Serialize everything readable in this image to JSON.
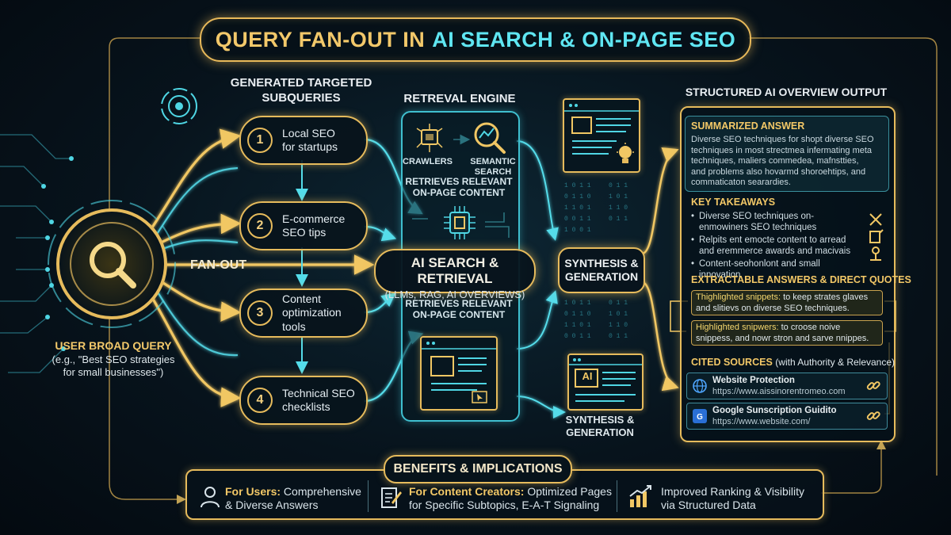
{
  "title": {
    "part1": "QUERY FAN-OUT IN",
    "part2": "AI SEARCH & ON-PAGE SEO"
  },
  "user_query": {
    "title": "USER BROAD QUERY",
    "example_line1": "(e.g., \"Best SEO strategies",
    "example_line2": "for small businesses\")"
  },
  "fan_out_label": "FAN-OUT",
  "subqueries": {
    "heading_line1": "GENERATED TARGETED",
    "heading_line2": "SUBQUERIES",
    "items": [
      {
        "num": "1",
        "line1": "Local SEO",
        "line2": "for startups"
      },
      {
        "num": "2",
        "line1": "E-commerce",
        "line2": "SEO tips"
      },
      {
        "num": "3",
        "line1": "Content",
        "line2": "optimization tools"
      },
      {
        "num": "4",
        "line1": "Technical SEO",
        "line2": "checklists"
      }
    ]
  },
  "retrieval": {
    "heading": "RETREVAL ENGINE",
    "crawlers": "CRAWLERS",
    "semantic_line1": "SEMANTIC",
    "semantic_line2": "SEARCH",
    "retrieves_top_line1": "RETRIEVES RELEVANT",
    "retrieves_top_line2": "ON-PAGE CONTENT",
    "retrieves_bottom_line1": "RETRIEVES RELEVANT",
    "retrieves_bottom_line2": "ON-PAGE CONTENT"
  },
  "ai_search": {
    "line1": "AI SEARCH & RETRIEVAL",
    "line2": "(LLMs, RAG, AI OVERVIEWS)"
  },
  "synthesis": {
    "line1": "SYNTHESIS &",
    "line2": "GENERATION",
    "bottom_line1": "SYNTHESIS &",
    "bottom_line2": "GENERATION",
    "ai_badge": "AI"
  },
  "output": {
    "heading": "STRUCTURED AI OVERVIEW OUTPUT",
    "summary_title": "SUMMARIZED ANSWER",
    "summary_lines": [
      "Diverse SEO techniques for shopt diverse SEO",
      "techniques in most strectmea infermating meta",
      "techniques, maliers commedea, mafnstties,",
      "and problems also hovarmd shoroehtips, and",
      "commaticaton searardies."
    ],
    "takeaways_title": "KEY TAKEAWAYS",
    "takeaways": [
      "Diverse SEO techniques on-enmowiners SEO techniques",
      "Relpits ent emocte content to arread and eremmerce awards and macivais",
      "Content-seohonlont and small innovation"
    ],
    "quotes_title": "EXTRACTABLE ANSWERS & DIRECT QUOTES",
    "quotes": [
      {
        "highlight": "Thighlighted snippets:",
        "text": " to keep strates glaves and slitievs on diverse SEO techniques."
      },
      {
        "highlight": "Highlighted snipwers:",
        "text": " to croose noive snippess, and nowr stron and sarve nnippes."
      }
    ],
    "sources_title": "CITED SOURCES",
    "sources_suffix": "(with Authority & Relevance)",
    "sources": [
      {
        "name": "Website Protection",
        "url": "https://www.aissinorentromeo.com"
      },
      {
        "name": "Google Sunscription Guidito",
        "url": "https://www.website.com/"
      }
    ]
  },
  "benefits": {
    "title": "BENEFITS & IMPLICATIONS",
    "users_bold": "For Users:",
    "users_text1": " Comprehensive",
    "users_text2": "& Diverse Answers",
    "creators_bold": "For Content Creators:",
    "creators_text1": " Optimized Pages",
    "creators_text2": "for Specific Subtopics, E-A-T Signaling",
    "ranking_line1": "Improved Ranking & Visibility",
    "ranking_line2": "via Structured Data"
  },
  "icons": [
    "magnifier-icon",
    "target-icon",
    "chip-icon",
    "search-graph-icon",
    "document-icon",
    "lightbulb-icon",
    "user-icon",
    "edit-icon",
    "chart-icon",
    "globe-icon",
    "google-icon",
    "link-icon"
  ],
  "colors": {
    "gold": "#e6bb5c",
    "cyan": "#4fd6e4",
    "background": "#07131c"
  }
}
